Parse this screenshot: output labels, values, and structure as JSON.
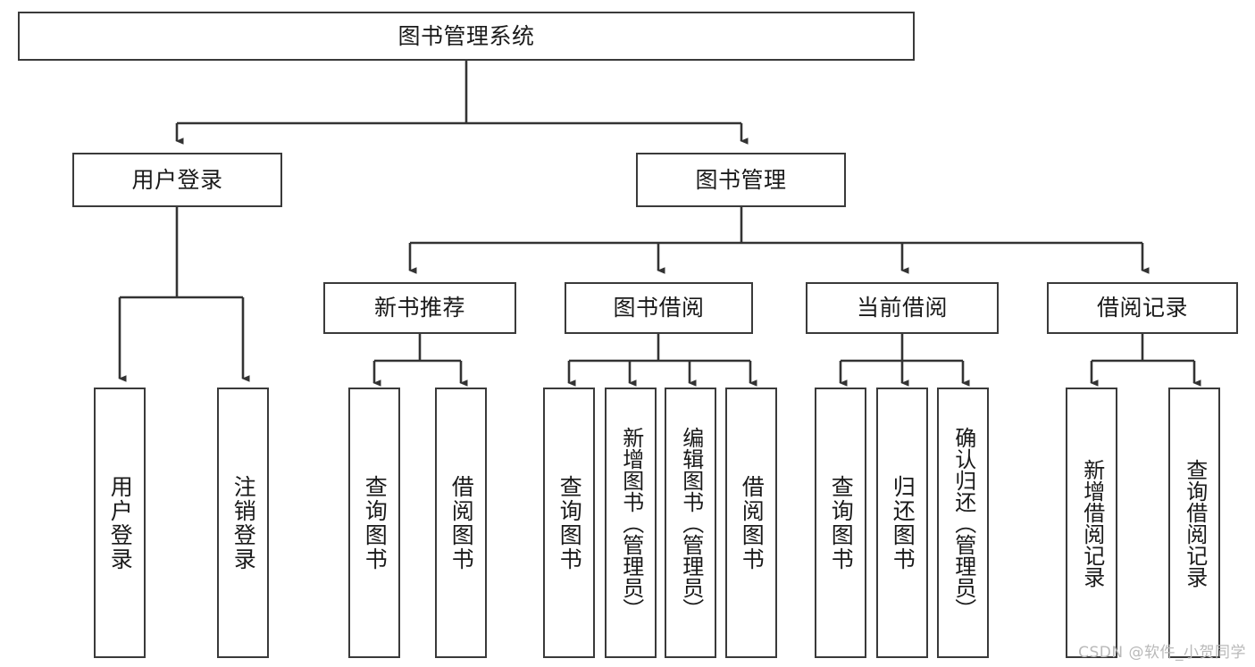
{
  "diagram": {
    "type": "tree-hierarchy",
    "title": "图书管理系统",
    "orientation": "top-down",
    "colors": {
      "box_border": "#3a3a3a",
      "box_fill": "#ffffff",
      "edge": "#333333",
      "text": "#1a1a1a",
      "watermark": "#b9b9b9",
      "background": "#ffffff"
    },
    "root": {
      "label": "图书管理系统"
    },
    "level2": [
      {
        "id": "user-login",
        "label": "用户登录"
      },
      {
        "id": "book-manage",
        "label": "图书管理"
      }
    ],
    "level3": [
      {
        "id": "new-book-recommend",
        "label": "新书推荐"
      },
      {
        "id": "book-borrow",
        "label": "图书借阅"
      },
      {
        "id": "current-borrow",
        "label": "当前借阅"
      },
      {
        "id": "borrow-record",
        "label": "借阅记录"
      }
    ],
    "leaves": {
      "user_login": [
        {
          "id": "leaf-user-login",
          "label": "用户登录"
        },
        {
          "id": "leaf-logout-login",
          "label": "注销登录"
        }
      ],
      "new_book_recommend": [
        {
          "id": "leaf-query-book-1",
          "label": "查询图书"
        },
        {
          "id": "leaf-borrow-book-1",
          "label": "借阅图书"
        }
      ],
      "book_borrow": [
        {
          "id": "leaf-query-book-2",
          "label": "查询图书"
        },
        {
          "id": "leaf-add-book",
          "label": "新增图书（管理员）"
        },
        {
          "id": "leaf-edit-book",
          "label": "编辑图书（管理员）"
        },
        {
          "id": "leaf-borrow-book-2",
          "label": "借阅图书"
        }
      ],
      "current_borrow": [
        {
          "id": "leaf-query-book-3",
          "label": "查询图书"
        },
        {
          "id": "leaf-return-book",
          "label": "归还图书"
        },
        {
          "id": "leaf-confirm-return",
          "label": "确认归还（管理员）"
        }
      ],
      "borrow_record": [
        {
          "id": "leaf-add-record",
          "label": "新增借阅记录"
        },
        {
          "id": "leaf-query-record",
          "label": "查询借阅记录"
        }
      ]
    }
  },
  "watermark": {
    "text": "CSDN @软件_小贺同学"
  }
}
